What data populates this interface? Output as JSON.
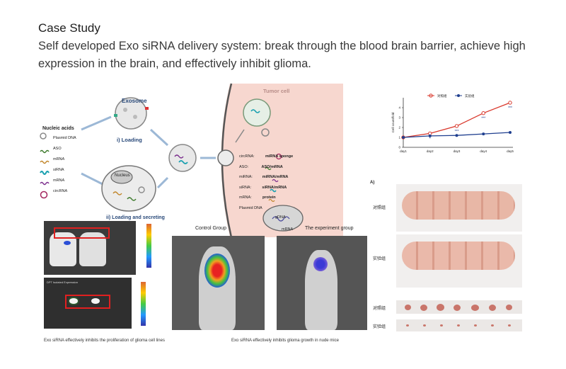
{
  "header": {
    "title": "Case Study",
    "subtitle": "Self developed Exo siRNA delivery system: break through the blood brain barrier, achieve high expression in the brain, and effectively inhibit glioma."
  },
  "diagram": {
    "exosome_label": "Exosome",
    "loading_label": "i) Loading",
    "nucleic_acids_title": "Nucleic acids",
    "legend": [
      "Plasmid DNA",
      "ASO",
      "mRNA",
      "siRNA",
      "mRNA",
      "circRNA"
    ],
    "nucleus_label": "Nucleus",
    "loading_secreting_label": "ii) Loading and secreting",
    "tumor_cell_label": "Tumor cell",
    "mechanisms": [
      {
        "left": "circRNA:",
        "right": "miRNA sponge"
      },
      {
        "left": "ASO:",
        "right": "ASO/mRNA"
      },
      {
        "left": "miRNA:",
        "right": "miRNA/mRNA"
      },
      {
        "left": "siRNA:",
        "right": "siRNA/mRNA"
      },
      {
        "left": "mRNA:",
        "right": "protein"
      },
      {
        "left": "Plasmid DNA",
        "right": ""
      }
    ],
    "gdna_label": "gDNA",
    "mrna_label": "mRNA"
  },
  "imaging": {
    "control_label": "Control Group",
    "experiment_label": "The experiment group",
    "caption_left": "Exo siRNA effectively inhibits the proliferation of glioma cell lines",
    "caption_right": "Exo siRNA effectively inhibits glioma growth in nude mice",
    "color_scale_top": [
      "",
      "",
      ""
    ],
    "panel_text": "DPT Isolated Expression"
  },
  "photos": {
    "panel_label": "A)",
    "row_labels": [
      "对照组",
      "实验组",
      "对照组",
      "实验组"
    ]
  },
  "colors": {
    "control_series": "#d9382c",
    "experiment_series": "#1f3f8f",
    "highlight_box": "#e02020"
  },
  "chart_data": {
    "type": "line",
    "x": [
      "day1",
      "day2",
      "day3",
      "day4",
      "day5"
    ],
    "series": [
      {
        "name": "对照组",
        "values": [
          1.0,
          1.4,
          2.15,
          3.45,
          4.5
        ]
      },
      {
        "name": "实验组",
        "values": [
          1.0,
          1.15,
          1.2,
          1.35,
          1.5
        ]
      }
    ],
    "ylabel": "Cell count/fold",
    "ylim": [
      0,
      5
    ],
    "yticks": [
      0,
      1,
      2,
      3,
      4
    ],
    "significance": [
      "*",
      "***",
      "***",
      "***"
    ],
    "grid": false,
    "legend_position": "top"
  }
}
